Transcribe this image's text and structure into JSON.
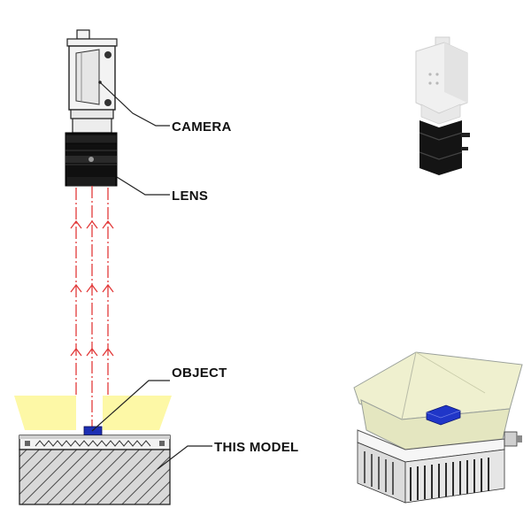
{
  "labels": {
    "camera": "CAMERA",
    "lens": "LENS",
    "object": "OBJECT",
    "model": "THIS MODEL"
  },
  "colors": {
    "ray": "#e23a3a",
    "light": "#fdf8a6",
    "object": "#1d2fb4",
    "outline": "#222222",
    "camera_body": "#f3f3f3",
    "lens": "#101010",
    "hatch": "#4a4a4a",
    "enclosure": "#eff0cf"
  },
  "icons": {
    "camera": "machine-vision-camera-icon",
    "lens": "lens-icon",
    "object": "object-block-icon",
    "model": "lighting-base-model-icon"
  }
}
